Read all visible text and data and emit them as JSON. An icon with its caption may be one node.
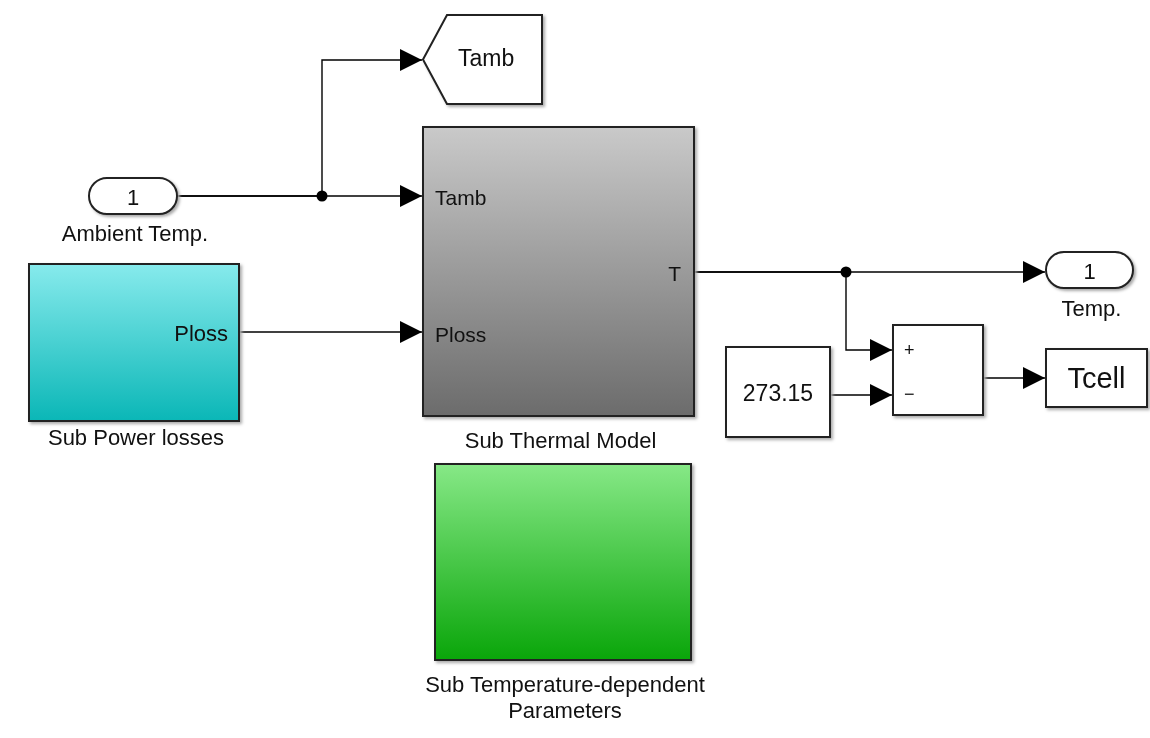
{
  "diagram": {
    "nodes": [
      {
        "text": [
          "1"
        ],
        "beside": [
          "Ambient Temp."
        ]
      },
      {
        "text": [
          "Tamb"
        ]
      },
      {
        "text": [
          "Tamb",
          "Ploss",
          "T"
        ],
        "beside": [
          "Sub Thermal Model"
        ]
      },
      {
        "text": [
          "Ploss"
        ],
        "beside": [
          "Sub Power losses"
        ]
      },
      {
        "text": [
          "1"
        ],
        "beside": [
          "Temp."
        ]
      },
      {
        "text": [
          "273.15"
        ]
      },
      {
        "text": [
          "+",
          "−"
        ]
      },
      {
        "text": [
          "Tcell"
        ]
      },
      {
        "text": [],
        "shape": "box",
        "beside": [
          "Sub Temperature-dependent Parameters"
        ]
      }
    ],
    "edges": [
      {
        "from": 0,
        "to": 2,
        "arrow": "to"
      },
      {
        "from": 0,
        "to": 1,
        "arrow": "to"
      },
      {
        "from": 3,
        "to": 2,
        "arrow": "to"
      },
      {
        "from": 2,
        "to": 4,
        "arrow": "to"
      },
      {
        "from": 2,
        "to": 6,
        "arrow": "to"
      },
      {
        "from": 5,
        "to": 6,
        "arrow": "to"
      },
      {
        "from": 6,
        "to": 7,
        "arrow": "to"
      }
    ]
  }
}
